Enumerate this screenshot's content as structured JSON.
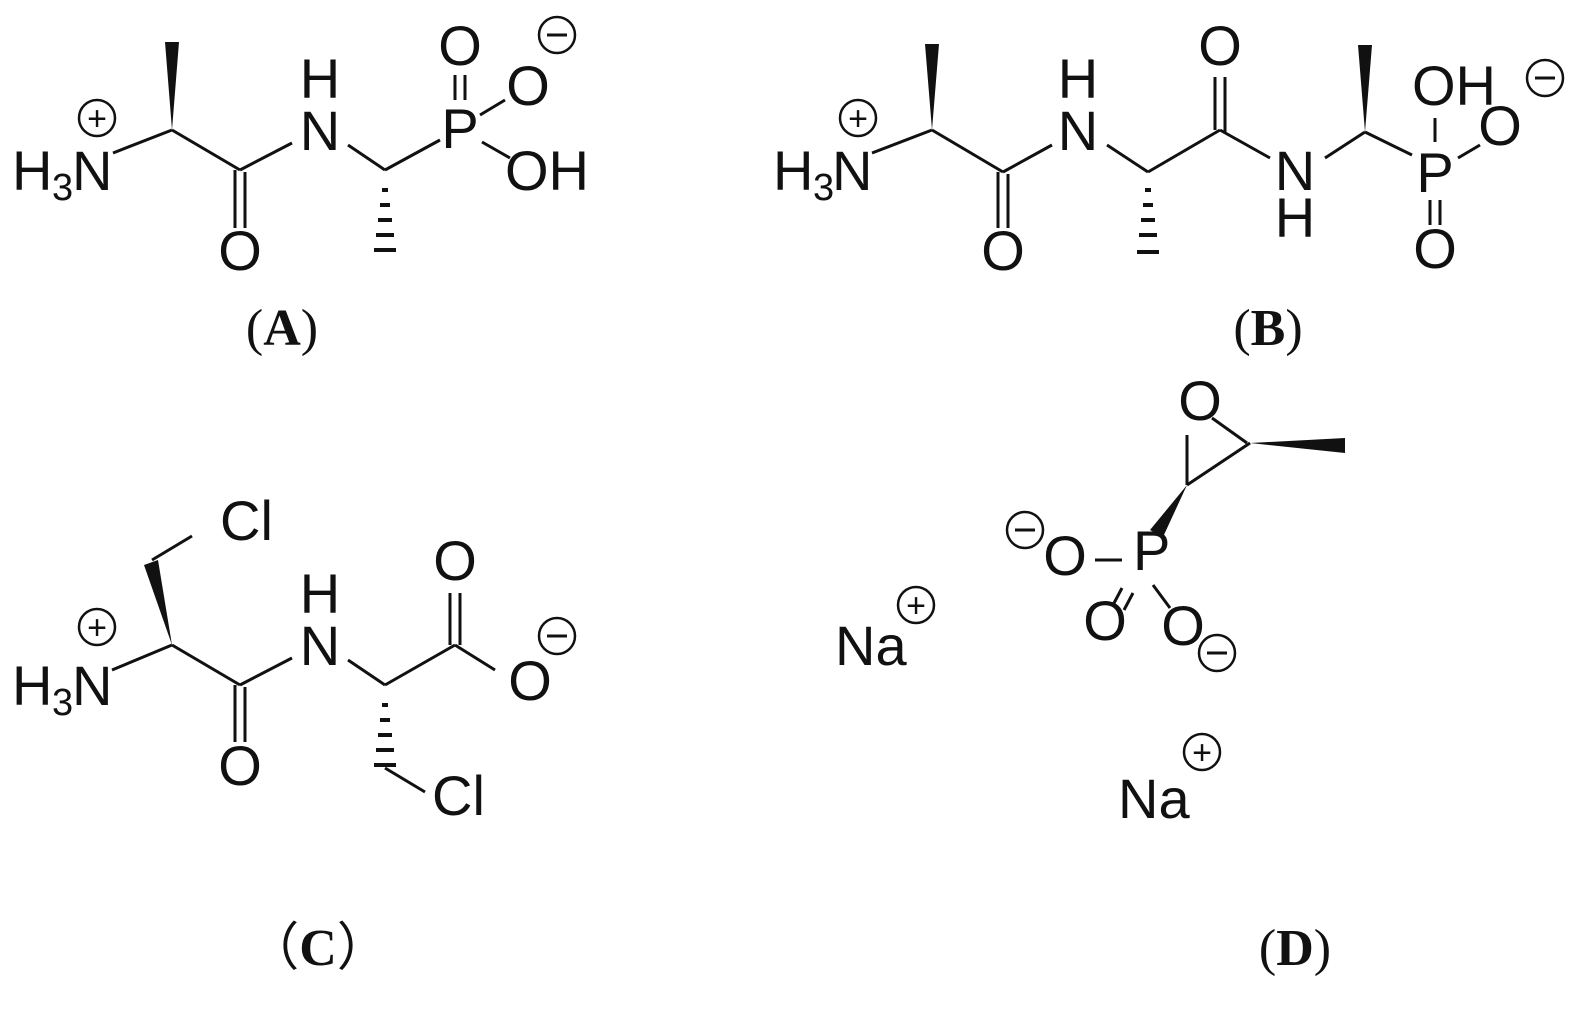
{
  "figure": {
    "panels": [
      {
        "id": "A",
        "label": "(A)",
        "atoms": {
          "amine": "H",
          "amine_sub": "3",
          "amine_n": "N",
          "amine_charge": "+",
          "carbonyl_o": "O",
          "amide_n": "N",
          "amide_h": "H",
          "phosphorus": "P",
          "p_oxo": "O",
          "p_oxide": "O",
          "p_oxide_charge": "−",
          "p_hydroxyl": "OH"
        }
      },
      {
        "id": "B",
        "label": "(B)",
        "atoms": {
          "amine": "H",
          "amine_sub": "3",
          "amine_n": "N",
          "amine_charge": "+",
          "carbonyl1_o": "O",
          "amide1_n": "N",
          "amide1_h": "H",
          "carbonyl2_o": "O",
          "amide2_n": "N",
          "amide2_h": "H",
          "phosphorus": "P",
          "p_hydroxyl": "OH",
          "p_oxide": "O",
          "p_oxide_charge": "−",
          "p_oxo": "O"
        }
      },
      {
        "id": "C",
        "label": "（C）",
        "atoms": {
          "amine": "H",
          "amine_sub": "3",
          "amine_n": "N",
          "amine_charge": "+",
          "cl_top": "Cl",
          "carbonyl_o": "O",
          "amide_n": "N",
          "amide_h": "H",
          "carboxyl_o": "O",
          "carboxylate_o": "O",
          "carboxylate_charge": "−",
          "cl_bottom": "Cl"
        }
      },
      {
        "id": "D",
        "label": "(D)",
        "atoms": {
          "epoxide_o": "O",
          "phosphorus": "P",
          "p_oxide_left": "O",
          "p_oxide_left_charge": "−",
          "p_oxo": "O",
          "p_oxide_right": "O",
          "p_oxide_right_charge": "−",
          "counterion1": "Na",
          "counterion1_charge": "+",
          "counterion2": "Na",
          "counterion2_charge": "+"
        }
      }
    ]
  }
}
